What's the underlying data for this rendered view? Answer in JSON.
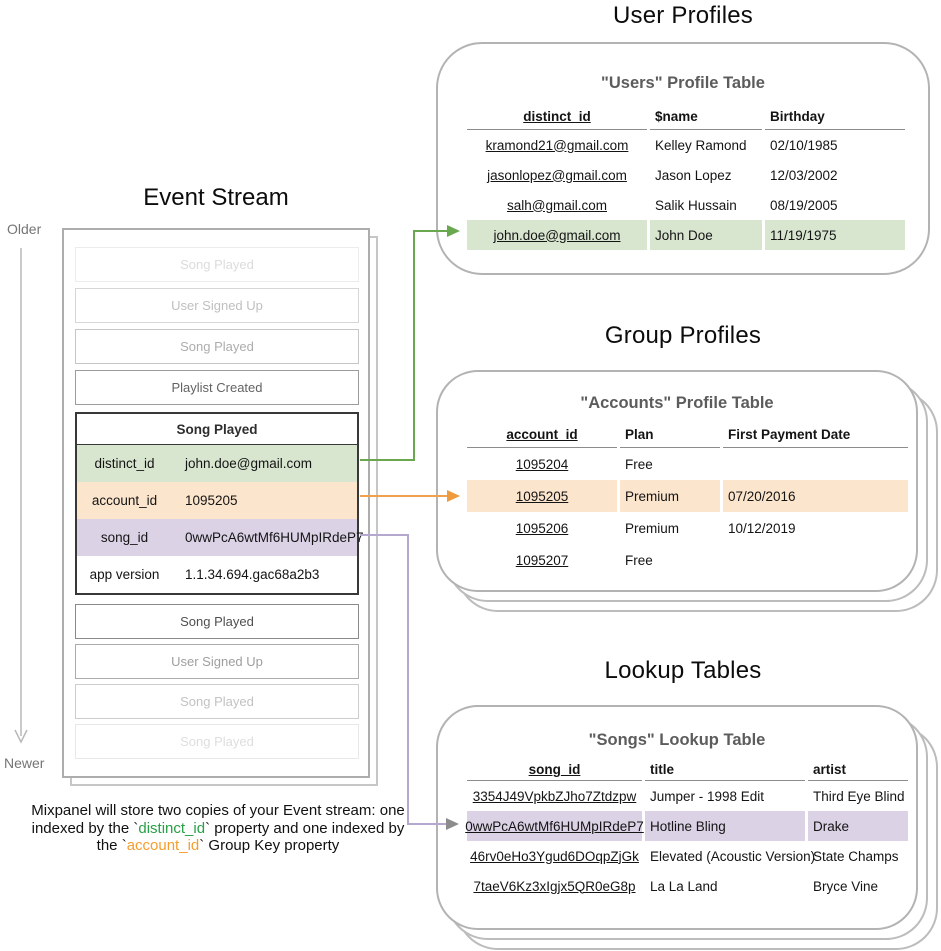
{
  "colors": {
    "card_border": "#b3b3b3",
    "table_rule": "#8c8c8c",
    "green_highlight": "#d8e6d0",
    "orange_highlight": "#fce5cd",
    "purple_highlight": "#dbd2e6",
    "green_arrow": "#6aa84f",
    "orange_arrow": "#efa14d",
    "purple_arrow": "#b5a8cf",
    "purple_arrowhead": "#8c8c8c",
    "axis_gray": "#b8b8b8",
    "caption_green": "#27a045",
    "caption_orange": "#f59e2e"
  },
  "event_stream": {
    "title": "Event Stream",
    "older_label": "Older",
    "newer_label": "Newer",
    "events_before": [
      "Song Played",
      "User Signed Up",
      "Song Played",
      "Playlist Created"
    ],
    "expanded_event": {
      "title": "Song Played",
      "properties": [
        {
          "key": "distinct_id",
          "value": "john.doe@gmail.com",
          "highlight": "green"
        },
        {
          "key": "account_id",
          "value": "1095205",
          "highlight": "orange"
        },
        {
          "key": "song_id",
          "value": "0wwPcA6wtMf6HUMpIRdeP7",
          "highlight": "purple"
        },
        {
          "key": "app version",
          "value": "1.1.34.694.gac68a2b3",
          "highlight": "none"
        }
      ]
    },
    "events_after": [
      "Song Played",
      "User Signed Up",
      "Song Played",
      "Song Played"
    ]
  },
  "caption": {
    "part1": "Mixpanel will store two copies of your Event stream: one indexed by the `",
    "distinct_id": "distinct_id",
    "part2": "` property and one indexed by the `",
    "account_id": "account_id",
    "part3": "` Group Key property"
  },
  "user_profiles": {
    "section_title": "User Profiles",
    "table_title": "\"Users\" Profile Table",
    "columns": [
      "distinct_id",
      "$name",
      "Birthday"
    ],
    "rows": [
      [
        "kramond21@gmail.com",
        "Kelley Ramond",
        "02/10/1985"
      ],
      [
        "jasonlopez@gmail.com",
        "Jason Lopez",
        "12/03/2002"
      ],
      [
        "salh@gmail.com",
        "Salik Hussain",
        "08/19/2005"
      ],
      [
        "john.doe@gmail.com",
        "John Doe",
        "11/19/1975"
      ]
    ],
    "highlighted_row_index": 3
  },
  "group_profiles": {
    "section_title": "Group Profiles",
    "table_title": "\"Accounts\" Profile Table",
    "columns": [
      "account_id",
      "Plan",
      "First Payment Date"
    ],
    "rows": [
      [
        "1095204",
        "Free",
        ""
      ],
      [
        "1095205",
        "Premium",
        "07/20/2016"
      ],
      [
        "1095206",
        "Premium",
        "10/12/2019"
      ],
      [
        "1095207",
        "Free",
        ""
      ]
    ],
    "highlighted_row_index": 1
  },
  "lookup_tables": {
    "section_title": "Lookup Tables",
    "table_title": "\"Songs\" Lookup Table",
    "columns": [
      "song_id",
      "title",
      "artist"
    ],
    "rows": [
      [
        "3354J49VpkbZJho7Ztdzpw",
        "Jumper - 1998 Edit",
        "Third Eye Blind"
      ],
      [
        "0wwPcA6wtMf6HUMpIRdeP7",
        "Hotline Bling",
        "Drake"
      ],
      [
        "46rv0eHo3Ygud6DOqpZjGk",
        "Elevated (Acoustic Version)",
        "State Champs"
      ],
      [
        "7taeV6Kz3xIgjx5QR0eG8p",
        "La La Land",
        "Bryce Vine"
      ]
    ],
    "highlighted_row_index": 2
  }
}
